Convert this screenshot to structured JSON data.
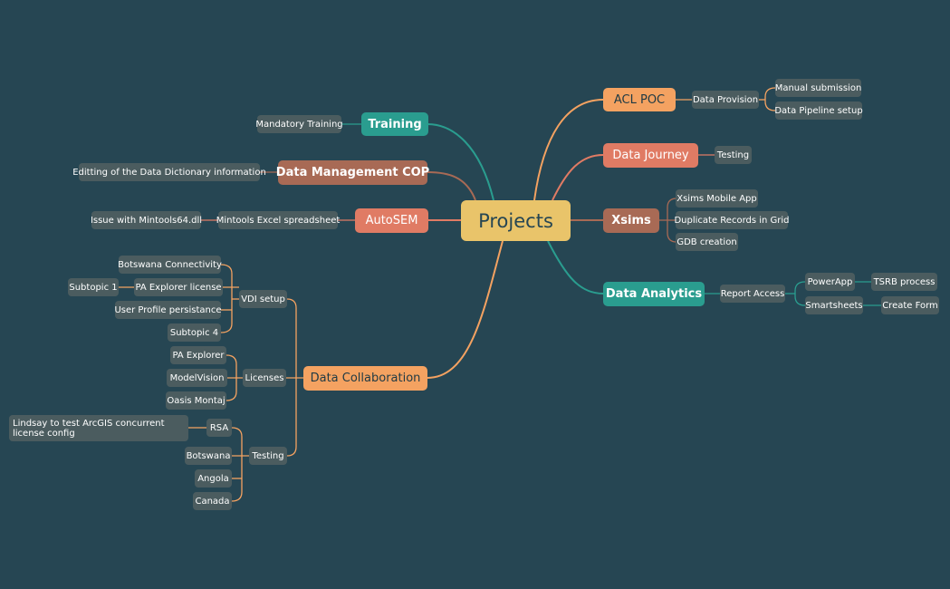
{
  "root": {
    "label": "Projects"
  },
  "left": {
    "training": {
      "label": "Training",
      "children": [
        "Mandatory Training"
      ]
    },
    "data_management_cop": {
      "label": "Data Management COP",
      "children": [
        "Editting of the Data Dictionary information"
      ]
    },
    "autosem": {
      "label": "AutoSEM",
      "child": "Mintools Excel spreadsheet",
      "grandchild": "Issue with Mintools64.dll"
    },
    "data_collaboration": {
      "label": "Data Collaboration",
      "vdi_setup": {
        "label": "VDI setup",
        "items": [
          "Botswana Connectivity",
          "PA Explorer license",
          "User Profile persistance",
          "Subtopic 4"
        ],
        "pa_explorer_license_child": "Subtopic 1"
      },
      "licenses": {
        "label": "Licenses",
        "items": [
          "PA Explorer",
          "ModelVision",
          "Oasis Montaj"
        ]
      },
      "testing": {
        "label": "Testing",
        "items": [
          "RSA",
          "Botswana",
          "Angola",
          "Canada"
        ],
        "rsa_child": "Lindsay to test ArcGIS concurrent license config"
      }
    }
  },
  "right": {
    "acl_poc": {
      "label": "ACL POC",
      "child": "Data Provision",
      "grandchildren": [
        "Manual submission",
        "Data Pipeline setup"
      ]
    },
    "data_journey": {
      "label": "Data Journey",
      "child": "Testing"
    },
    "xsims": {
      "label": "Xsims",
      "children": [
        "Xsims Mobile App",
        "Duplicate Records in Grid",
        "GDB creation"
      ]
    },
    "data_analytics": {
      "label": "Data Analytics",
      "child": "Report Access",
      "powerapp": {
        "label": "PowerApp",
        "child": "TSRB process"
      },
      "smartsheets": {
        "label": "Smartsheets",
        "child": "Create Form"
      }
    }
  },
  "colors": {
    "background": "#264653",
    "root": "#e9c46a",
    "teal": "#2a9d8f",
    "brown": "#a86a55",
    "salmon": "#e07b64",
    "orange": "#f4a261",
    "sub": "#4b5c5f"
  }
}
